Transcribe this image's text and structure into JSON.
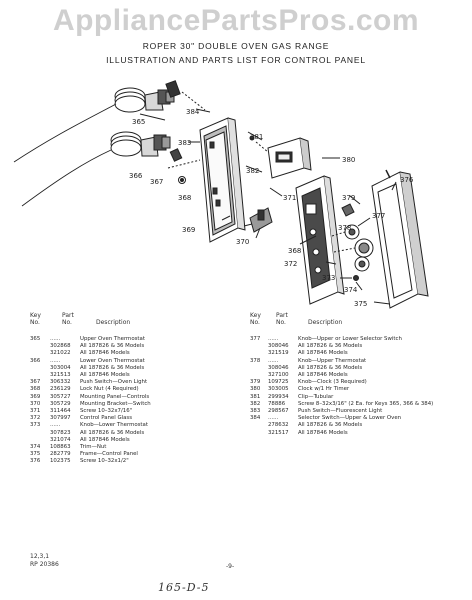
{
  "watermark": "AppliancePartsPros.com",
  "title_line1": "ROPER 30\" DOUBLE OVEN GAS RANGE",
  "title_line2": "ILLUSTRATION AND PARTS LIST FOR CONTROL PANEL",
  "callouts": [
    "365",
    "384",
    "383",
    "381",
    "380",
    "382",
    "371",
    "379",
    "376",
    "366",
    "367",
    "368",
    "377",
    "378",
    "369",
    "370",
    "368",
    "372",
    "373",
    "374",
    "375"
  ],
  "headers": {
    "key": "Key\nNo.",
    "part": "Part\nNo.",
    "description": "Description"
  },
  "parts_left": [
    {
      "key": "365",
      "part": "......",
      "desc": "Upper Oven Thermostat"
    },
    {
      "key": "",
      "part": "302868",
      "desc": "All 187826 & 36 Models"
    },
    {
      "key": "",
      "part": "321022",
      "desc": "All 187846 Models"
    },
    {
      "key": "366",
      "part": "......",
      "desc": "Lower Oven Thermostat"
    },
    {
      "key": "",
      "part": "303004",
      "desc": "All 187826 & 36 Models"
    },
    {
      "key": "",
      "part": "321513",
      "desc": "All 187846 Models"
    },
    {
      "key": "367",
      "part": "306332",
      "desc": "Push Switch—Oven Light"
    },
    {
      "key": "368",
      "part": "236129",
      "desc": "Lock Nut (4 Required)"
    },
    {
      "key": "369",
      "part": "305727",
      "desc": "Mounting Panel—Controls"
    },
    {
      "key": "370",
      "part": "305729",
      "desc": "Mounting Bracket—Switch"
    },
    {
      "key": "371",
      "part": "311464",
      "desc": "Screw 10–32x7/16\""
    },
    {
      "key": "372",
      "part": "307997",
      "desc": "Control Panel Glass"
    },
    {
      "key": "373",
      "part": "......",
      "desc": "Knob—Lower Thermostat"
    },
    {
      "key": "",
      "part": "307823",
      "desc": "All 187826 & 36 Models"
    },
    {
      "key": "",
      "part": "321074",
      "desc": "All 187846 Models"
    },
    {
      "key": "374",
      "part": "108863",
      "desc": "Trim—Nut"
    },
    {
      "key": "375",
      "part": "282779",
      "desc": "Frame—Control Panel"
    },
    {
      "key": "376",
      "part": "102375",
      "desc": "Screw 10–32x1/2\""
    }
  ],
  "parts_right": [
    {
      "key": "377",
      "part": "......",
      "desc": "Knob—Upper or Lower Selector Switch"
    },
    {
      "key": "",
      "part": "308046",
      "desc": "All 187826 & 36 Models"
    },
    {
      "key": "",
      "part": "321519",
      "desc": "All 187846 Models"
    },
    {
      "key": "378",
      "part": "......",
      "desc": "Knob—Upper Thermostat"
    },
    {
      "key": "",
      "part": "308046",
      "desc": "All 187826 & 36 Models"
    },
    {
      "key": "",
      "part": "327100",
      "desc": "All 187846 Models"
    },
    {
      "key": "379",
      "part": "109725",
      "desc": "Knob—Clock (3 Required)"
    },
    {
      "key": "380",
      "part": "303005",
      "desc": "Clock w/1 Hr Timer"
    },
    {
      "key": "381",
      "part": "299934",
      "desc": "Clip—Tubular"
    },
    {
      "key": "382",
      "part": "78886",
      "desc": "Screw 8–32x3/16\" (2 Ea. for Keys 365, 366 & 384)"
    },
    {
      "key": "383",
      "part": "298567",
      "desc": "Push Switch—Fluorescent Light"
    },
    {
      "key": "384",
      "part": "......",
      "desc": "Selector Switch—Upper & Lower Oven"
    },
    {
      "key": "",
      "part": "278632",
      "desc": "All 187826 & 36 Models"
    },
    {
      "key": "",
      "part": "321517",
      "desc": "All 187846 Models"
    }
  ],
  "footer_code_1": "12,3,1",
  "footer_code_2": "RP 20386",
  "page_number": "-9-",
  "handwritten": "165-D-5"
}
